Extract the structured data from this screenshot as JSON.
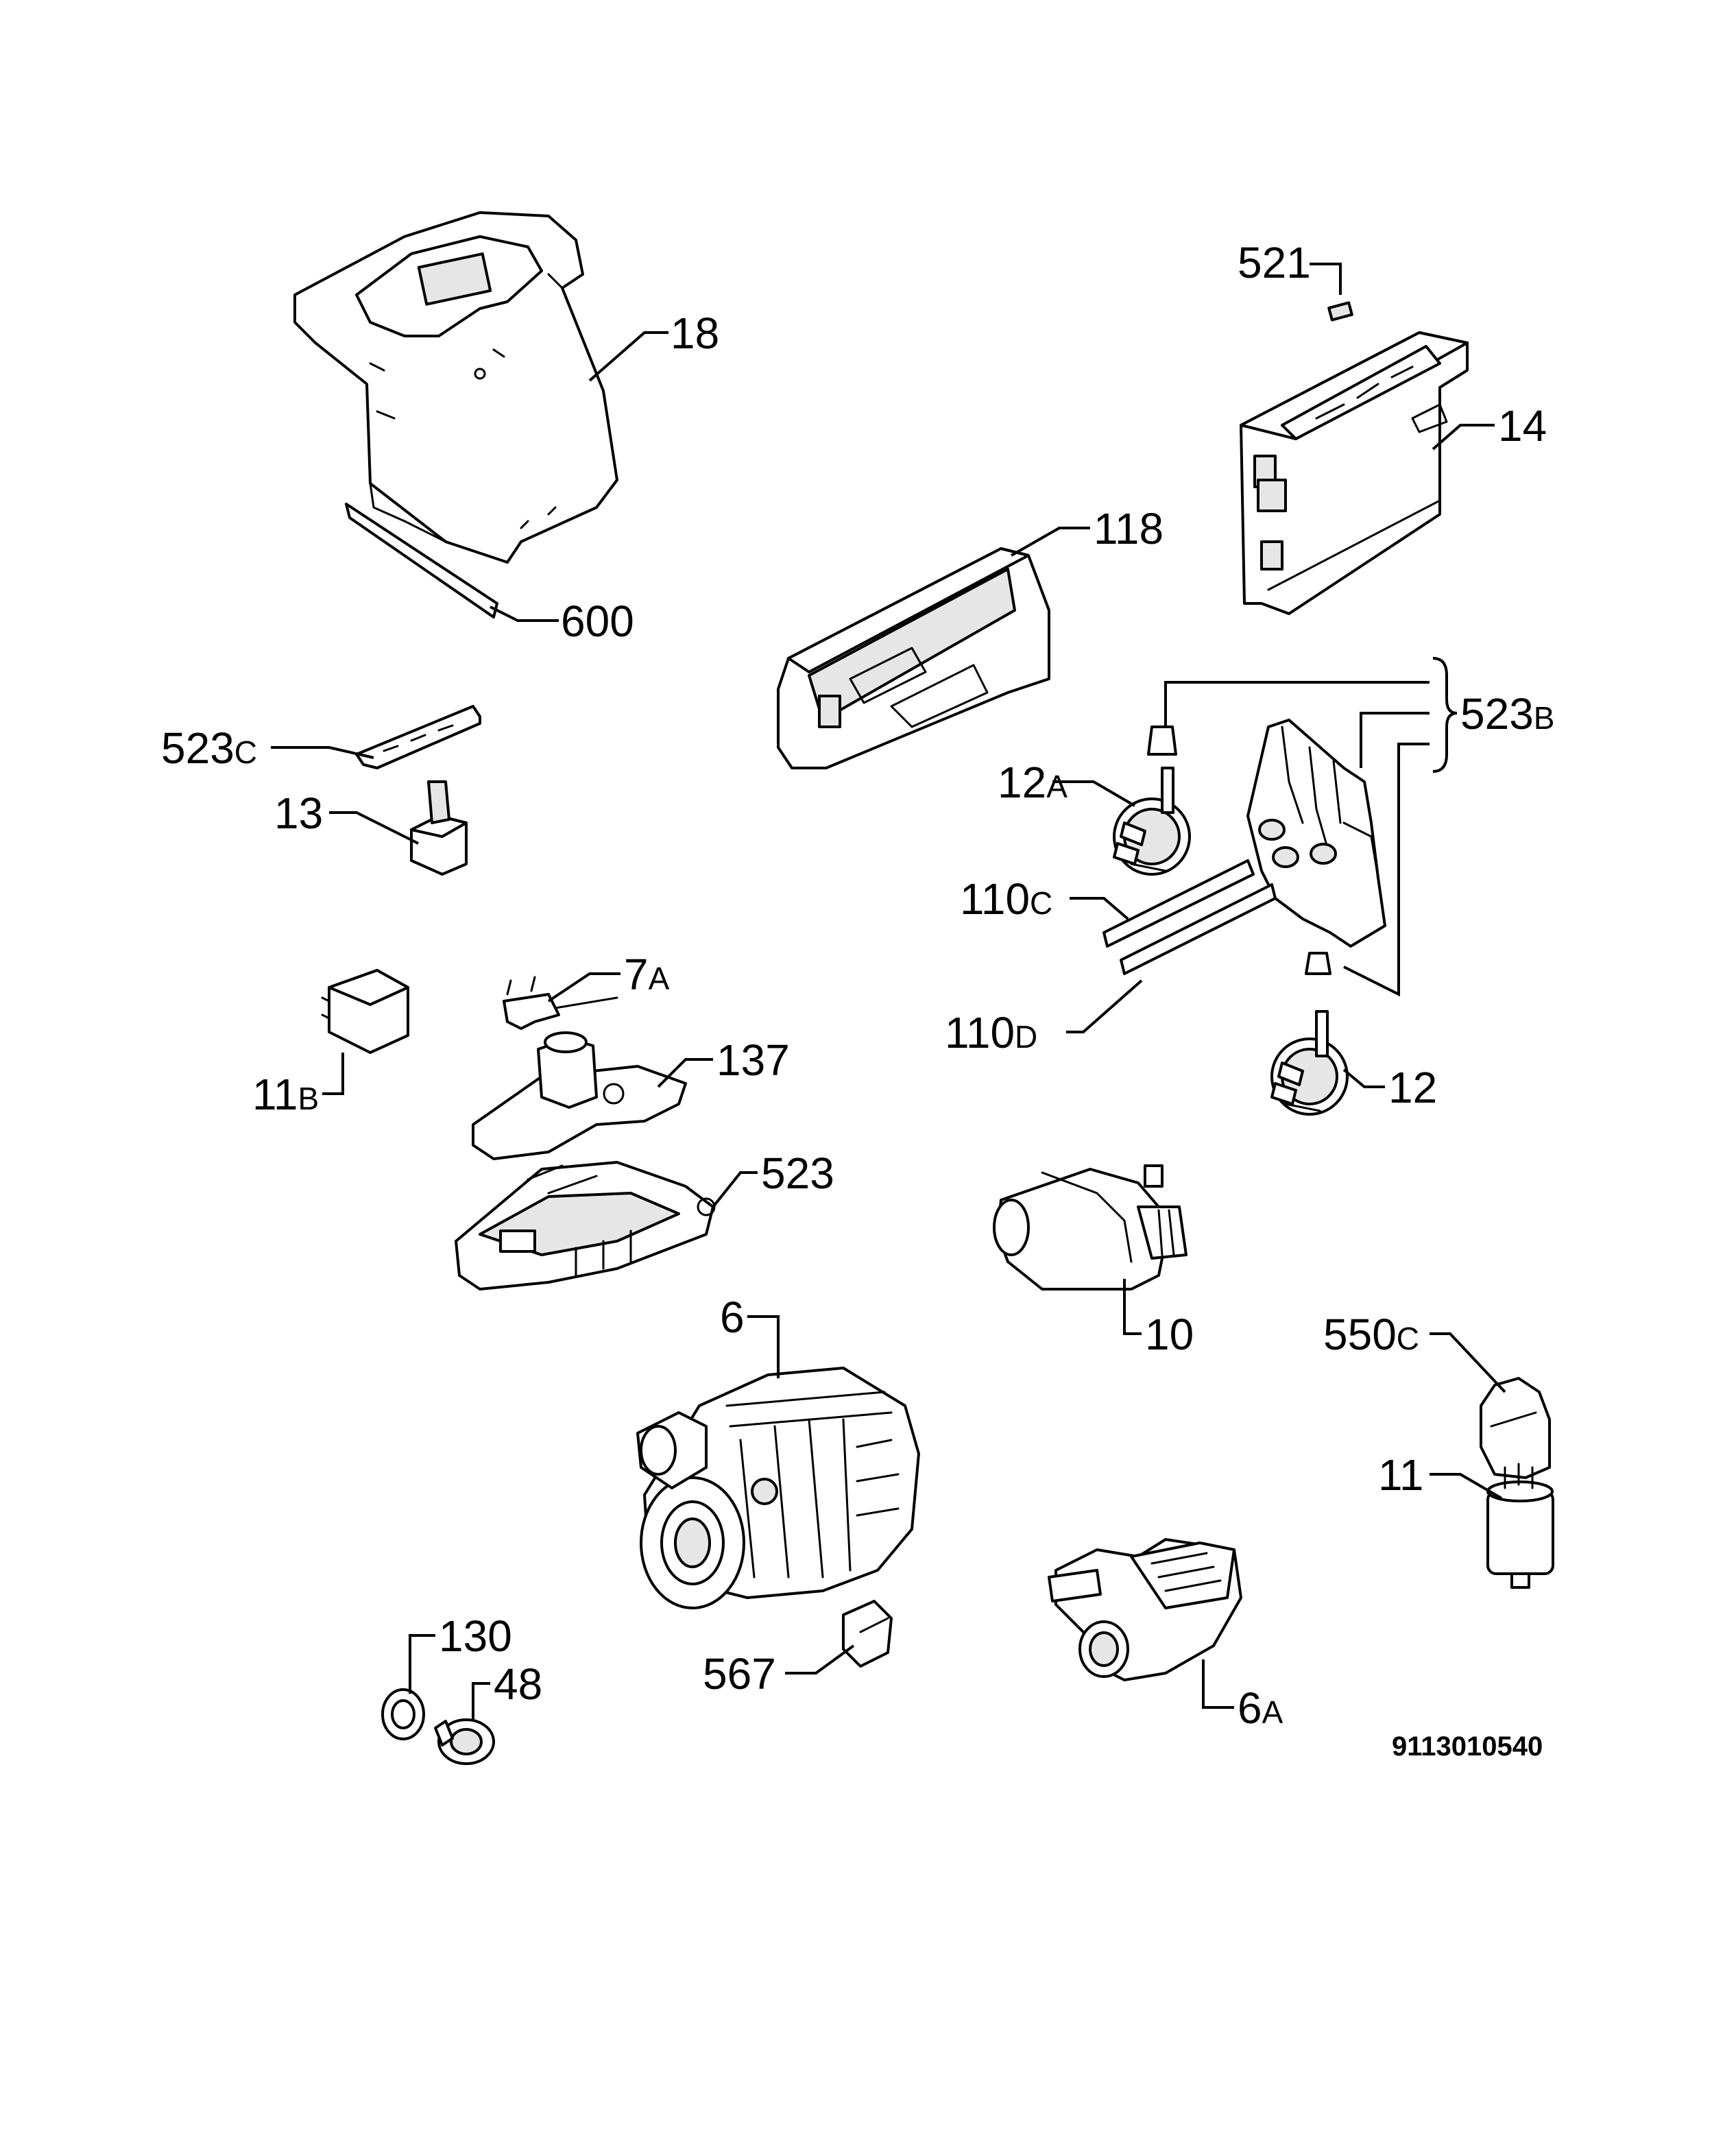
{
  "parts": {
    "p18": {
      "num": "18",
      "suffix": ""
    },
    "p600": {
      "num": "600",
      "suffix": ""
    },
    "p521": {
      "num": "521",
      "suffix": ""
    },
    "p14": {
      "num": "14",
      "suffix": ""
    },
    "p118": {
      "num": "118",
      "suffix": ""
    },
    "p523B": {
      "num": "523",
      "suffix": "B"
    },
    "p523C": {
      "num": "523",
      "suffix": "C"
    },
    "p13": {
      "num": "13",
      "suffix": ""
    },
    "p12A": {
      "num": "12",
      "suffix": "A"
    },
    "p110C": {
      "num": "110",
      "suffix": "C"
    },
    "p110D": {
      "num": "110",
      "suffix": "D"
    },
    "p7A": {
      "num": "7",
      "suffix": "A"
    },
    "p11B": {
      "num": "11",
      "suffix": "B"
    },
    "p137": {
      "num": "137",
      "suffix": ""
    },
    "p12": {
      "num": "12",
      "suffix": ""
    },
    "p523": {
      "num": "523",
      "suffix": ""
    },
    "p10": {
      "num": "10",
      "suffix": ""
    },
    "p6": {
      "num": "6",
      "suffix": ""
    },
    "p550C": {
      "num": "550",
      "suffix": "C"
    },
    "p11": {
      "num": "11",
      "suffix": ""
    },
    "p130": {
      "num": "130",
      "suffix": ""
    },
    "p48": {
      "num": "48",
      "suffix": ""
    },
    "p567": {
      "num": "567",
      "suffix": ""
    },
    "p6A": {
      "num": "6",
      "suffix": "A"
    }
  },
  "diagram_code": "9113010540"
}
